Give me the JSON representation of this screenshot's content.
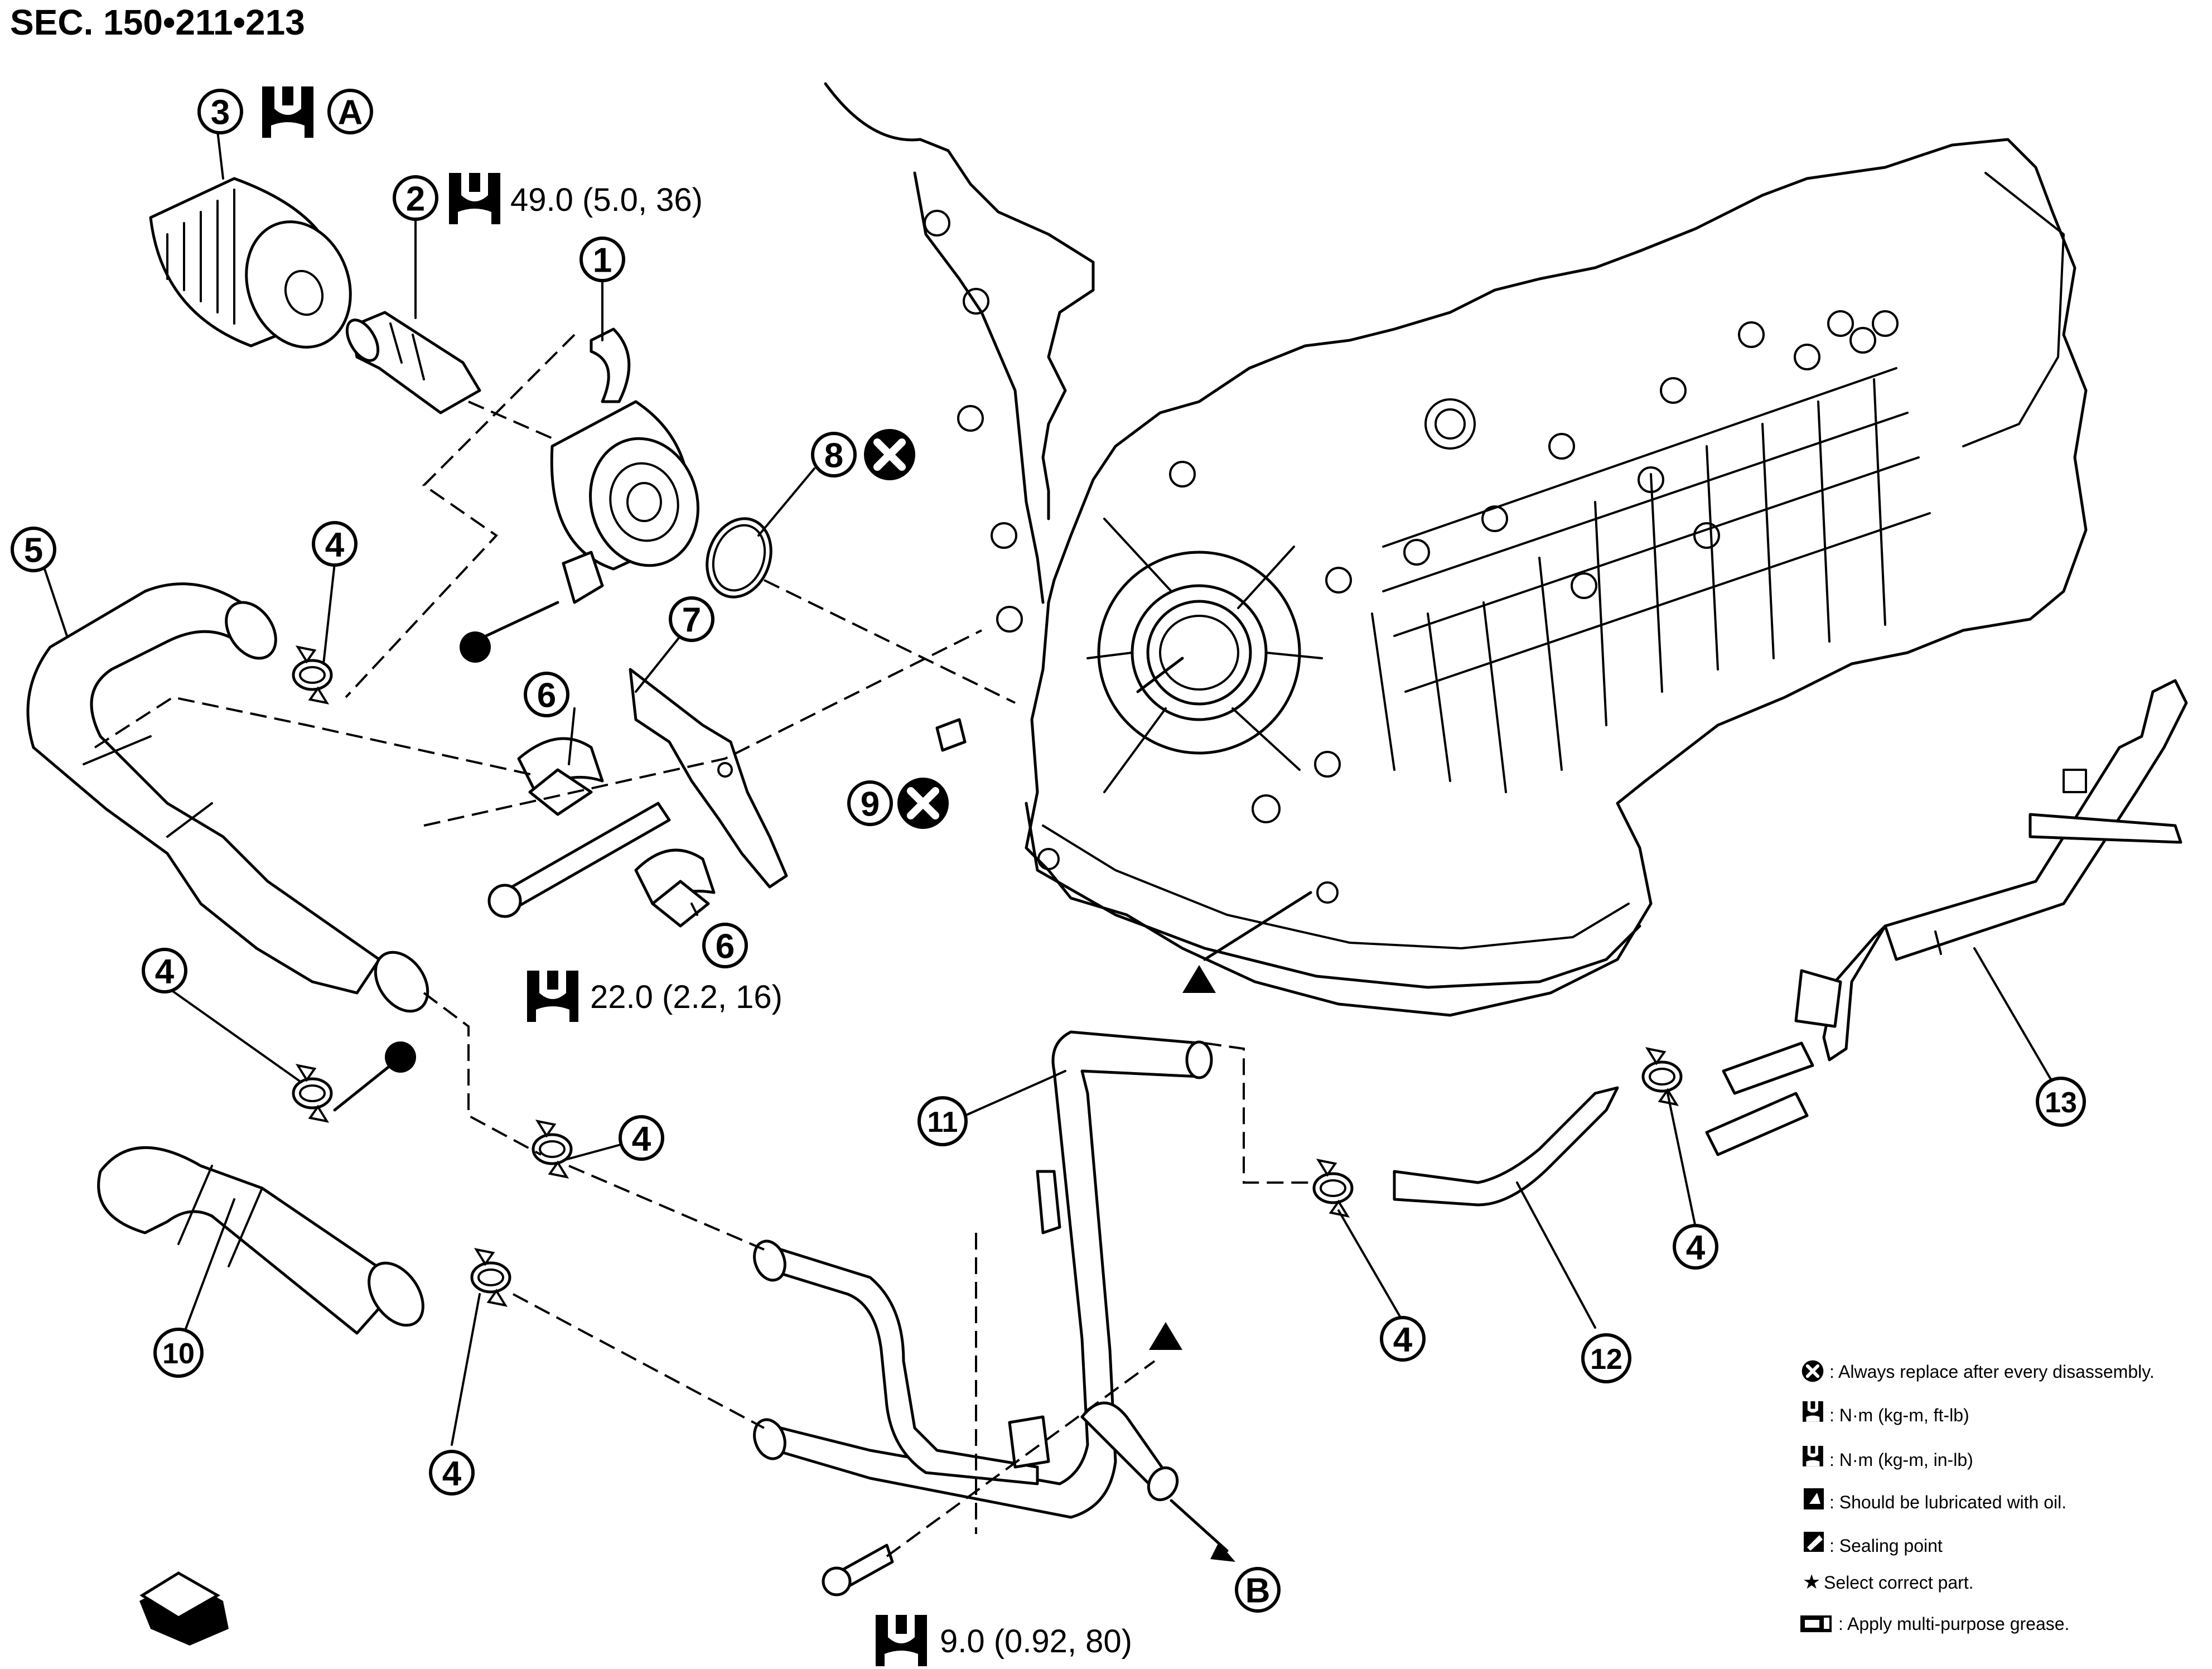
{
  "section_title": "SEC. 150•211•213",
  "callouts": [
    "1",
    "2",
    "3",
    "4",
    "5",
    "6",
    "7",
    "8",
    "9",
    "10",
    "11",
    "12",
    "13"
  ],
  "letters": {
    "a": "A",
    "b": "B"
  },
  "torques": {
    "t2": "49.0 (5.0, 36)",
    "t7": "22.0 (2.2, 16)",
    "t11": "9.0 (0.92, 80)"
  },
  "legend": {
    "replace": ": Always replace after every disassembly.",
    "nm_ftlb": ": N·m (kg-m, ft-lb)",
    "nm_inlb": ": N·m (kg-m, in-lb)",
    "lubricate": ": Should be lubricated with oil.",
    "sealing": ": Sealing point",
    "select": "Select correct part.",
    "grease": ": Apply multi-purpose grease."
  },
  "icons": {
    "replace": "x-circle-icon",
    "torque": "wrench-torque-icon",
    "oil": "oil-can-icon",
    "sealing": "sealant-tube-icon",
    "select": "star-icon",
    "grease": "grease-gun-icon",
    "front": "front-direction-arrow-icon"
  }
}
